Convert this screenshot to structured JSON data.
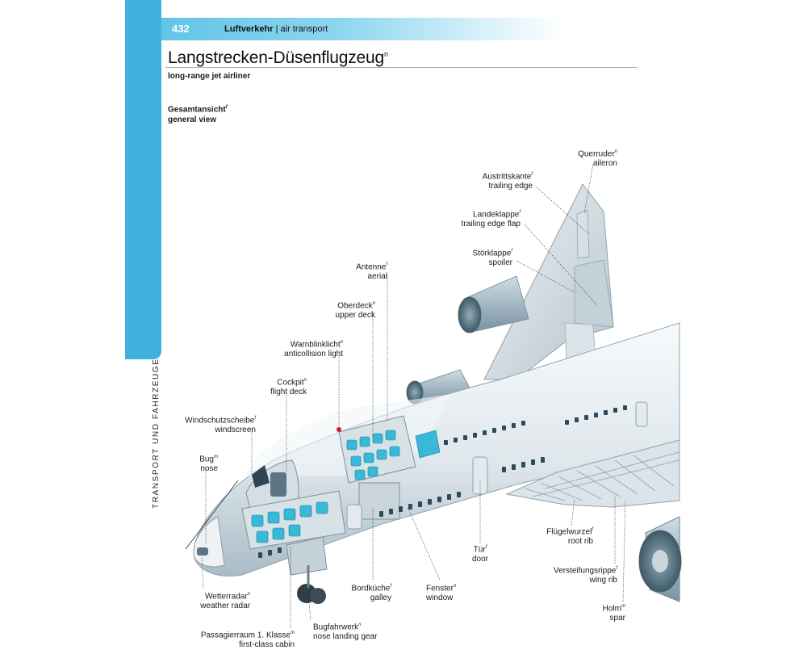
{
  "header": {
    "page_number": "432",
    "section_de": "Luftverkehr",
    "section_sep": " | ",
    "section_en": "air transport"
  },
  "title": {
    "de": "Langstrecken-Düsenflugzeug",
    "gender": "n",
    "en": "long-range jet airliner"
  },
  "view": {
    "de": "Gesamtansicht",
    "gender": "f",
    "en": "general view"
  },
  "side_tab": {
    "text": "TRANSPORT UND FAHRZEUGE"
  },
  "colors": {
    "accent": "#3fb3de",
    "fuselage": "#e8eef2",
    "seats": "#38b9d9"
  },
  "labels": [
    {
      "id": "aileron",
      "de": "Querruder",
      "g": "n",
      "en": "aileron"
    },
    {
      "id": "trailing-edge",
      "de": "Austrittskante",
      "g": "f",
      "en": "trailing edge"
    },
    {
      "id": "trailing-edge-flap",
      "de": "Landeklappe",
      "g": "f",
      "en": "trailing edge flap"
    },
    {
      "id": "spoiler",
      "de": "Störklappe",
      "g": "f",
      "en": "spoiler"
    },
    {
      "id": "aerial",
      "de": "Antenne",
      "g": "f",
      "en": "aerial"
    },
    {
      "id": "upper-deck",
      "de": "Oberdeck",
      "g": "n",
      "en": "upper deck"
    },
    {
      "id": "anticollision-light",
      "de": "Warnblinklicht",
      "g": "n",
      "en": "anticollision light"
    },
    {
      "id": "flight-deck",
      "de": "Cockpit",
      "g": "n",
      "en": "flight deck"
    },
    {
      "id": "windscreen",
      "de": "Windschutzscheibe",
      "g": "f",
      "en": "windscreen"
    },
    {
      "id": "nose",
      "de": "Bug",
      "g": "m",
      "en": "nose"
    },
    {
      "id": "weather-radar",
      "de": "Wetterradar",
      "g": "n",
      "en": "weather radar"
    },
    {
      "id": "first-class-cabin",
      "de": "Passagierraum 1. Klasse",
      "g": "m",
      "en": "first-class cabin"
    },
    {
      "id": "nose-landing-gear",
      "de": "Bugfahrwerk",
      "g": "n",
      "en": "nose landing gear"
    },
    {
      "id": "galley",
      "de": "Bordküche",
      "g": "f",
      "en": "galley"
    },
    {
      "id": "window",
      "de": "Fenster",
      "g": "n",
      "en": "window"
    },
    {
      "id": "door",
      "de": "Tür",
      "g": "f",
      "en": "door"
    },
    {
      "id": "root-rib",
      "de": "Flügelwurzel",
      "g": "f",
      "en": "root rib"
    },
    {
      "id": "wing-rib",
      "de": "Versteifungsrippe",
      "g": "f",
      "en": "wing rib"
    },
    {
      "id": "spar",
      "de": "Holm",
      "g": "m",
      "en": "spar"
    }
  ]
}
